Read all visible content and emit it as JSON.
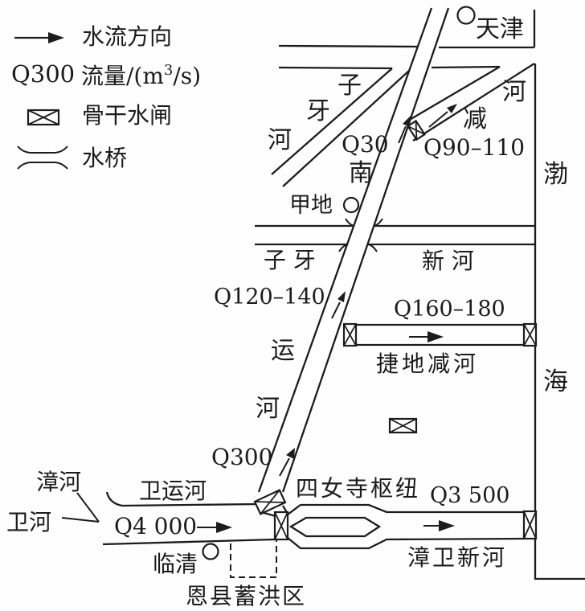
{
  "colors": {
    "ink": "#1b1b1b",
    "paper": "#ffffff"
  },
  "legend": {
    "flow_label": "水流方向",
    "q_symbol": "Q300",
    "q_label_pre": "流量/(m",
    "q_label_sup": "3",
    "q_label_post": "/s)",
    "gate_label": "骨干水闸",
    "bridge_label": "水桥"
  },
  "cities": {
    "tianjin": "天津",
    "linqing": "临清",
    "place_a": "甲地"
  },
  "sea": {
    "chars": [
      "渤",
      "海"
    ]
  },
  "rivers": {
    "ziya": {
      "chars": [
        "子",
        "牙",
        "河"
      ]
    },
    "nanyun": {
      "chars": [
        "南",
        "运",
        "河"
      ]
    },
    "jian": {
      "chars": [
        "减",
        "河"
      ]
    },
    "ziya_new_left": "子 牙",
    "ziya_new_right": "新 河",
    "jiedi_jian": "捷地减河",
    "weiyun": "卫运河",
    "zhang": "漳河",
    "wei": "卫河",
    "zhangwei_new": "漳卫新河"
  },
  "flows": {
    "q30": "Q30",
    "q90_110": "Q90–110",
    "q120_140": "Q120–140",
    "q160_180": "Q160–180",
    "q300": "Q300",
    "q3500": "Q3 500",
    "q4000": "Q4 000"
  },
  "facilities": {
    "sinvsi_hub": "四女寺枢纽",
    "enxian_area": "恩县蓄洪区"
  }
}
